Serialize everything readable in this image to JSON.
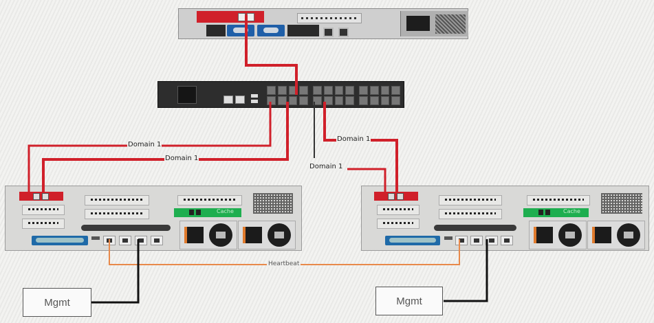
{
  "diagram": {
    "devices": {
      "top_server": {
        "type": "1U rack server (rear view)",
        "nic_card_color": "#d0202a"
      },
      "switch": {
        "type": "Network switch (rear view)"
      },
      "server_left": {
        "type": "2U rack server (rear view)",
        "nic_card_color": "#d0202a",
        "green_card_label": "Cache"
      },
      "server_right": {
        "type": "2U rack server (rear view)",
        "nic_card_color": "#d0202a",
        "green_card_label": "Cache"
      }
    },
    "links": [
      {
        "from": "top_server",
        "to": "switch",
        "color": "#d0202a",
        "label": ""
      },
      {
        "from": "switch",
        "to": "server_left",
        "color": "#d0202a",
        "label": "Domain 1"
      },
      {
        "from": "switch",
        "to": "server_left",
        "color": "#d0202a",
        "label": "Domain 1"
      },
      {
        "from": "switch",
        "to": "server_right",
        "color": "#d0202a",
        "label": "Domain 1"
      },
      {
        "from": "switch",
        "to": "server_right",
        "color": "#d0202a",
        "label": "Domain 1"
      },
      {
        "from": "server_left",
        "to": "server_right",
        "color": "#e8894a",
        "label": "Heartbeat"
      },
      {
        "from": "server_left",
        "to": "mgmt_left",
        "color": "#111111",
        "label": ""
      },
      {
        "from": "server_right",
        "to": "mgmt_right",
        "color": "#111111",
        "label": ""
      }
    ],
    "labels": {
      "domain_left_upper": "Domain 1",
      "domain_left_lower": "Domain 1",
      "domain_right_upper": "Domain 1",
      "domain_right_lower": "Domain 1",
      "heartbeat": "Heartbeat",
      "mgmt_left": "Mgmt",
      "mgmt_right": "Mgmt"
    },
    "colors": {
      "domain_link": "#d0202a",
      "heartbeat_link": "#e8894a",
      "mgmt_link": "#111111",
      "raid_card": "#1eae4f"
    }
  }
}
